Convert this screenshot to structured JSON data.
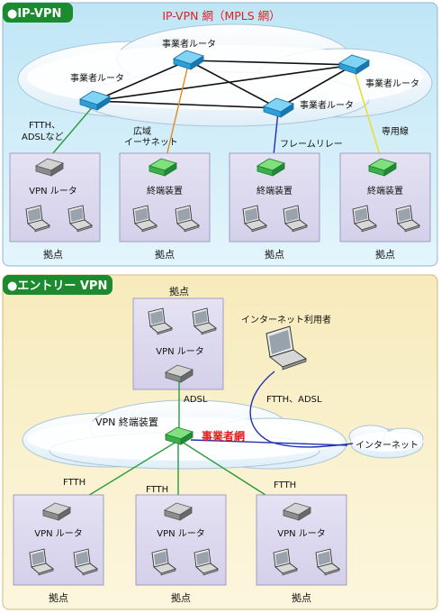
{
  "top": {
    "tag": "●IP-VPN",
    "network_title": "IP-VPN 網（MPLS 網）",
    "routers": [
      "事業者ルータ",
      "事業者ルータ",
      "事業者ルータ",
      "事業者ルータ"
    ],
    "links": [
      "FTTH、",
      "ADSLなど",
      "広域",
      "イーサネット",
      "フレームリレー",
      "専用線"
    ],
    "site_devices": [
      "VPN ルータ",
      "終端装置",
      "終端装置",
      "終端装置"
    ],
    "site_label": "拠点",
    "colors": {
      "ftth": "#2a9a3a",
      "ethernet": "#e08a1e",
      "frame_relay": "#2030b0",
      "leased": "#e8e030",
      "title": "#e02020"
    }
  },
  "bottom": {
    "tag": "●エントリー VPN",
    "top_site_label": "拠点",
    "top_site_device": "VPN ルータ",
    "adsl": "ADSL",
    "terminal_label": "VPN 終端装置",
    "carrier_net": "事業者網",
    "internet_user": "インターネット利用者",
    "internet_link": "FTTH、ADSL",
    "internet": "インターネット",
    "ftth": [
      "FTTH",
      "FTTH",
      "FTTH"
    ],
    "site_devices": [
      "VPN ルータ",
      "VPN ルータ",
      "VPN ルータ"
    ],
    "site_label": "拠点"
  }
}
